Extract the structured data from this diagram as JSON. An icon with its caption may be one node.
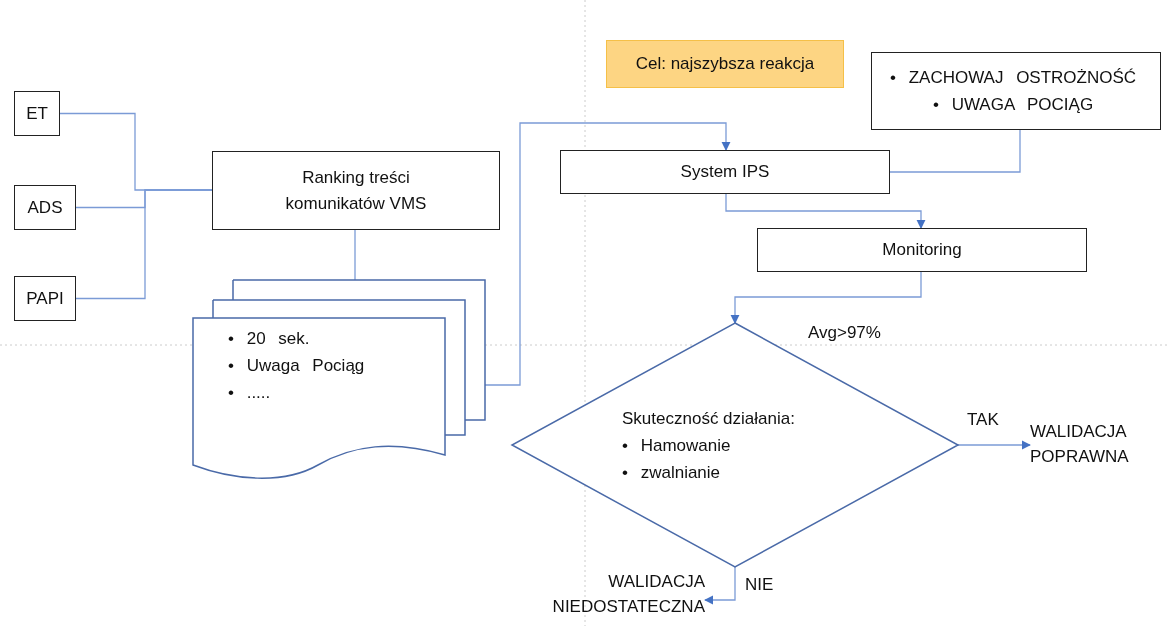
{
  "diagram": {
    "nodes": [
      {
        "text": [
          "ET"
        ]
      },
      {
        "text": [
          "ADS"
        ]
      },
      {
        "text": [
          "PAPI"
        ]
      },
      {
        "text": [
          "Ranking  treści komunikatów VMS"
        ]
      },
      {
        "text": [
          "• 20 sek.",
          "• Uwaga Pociąg",
          "• ....."
        ]
      },
      {
        "text": [
          "Cel: najszybsza reakcja"
        ]
      },
      {
        "text": [
          "• ZACHOWAJ OSTROŻNOŚĆ",
          "• UWAGA POCIĄG"
        ]
      },
      {
        "text": [
          "System IPS"
        ]
      },
      {
        "text": [
          "Monitoring"
        ]
      },
      {
        "text": [
          "Skuteczność działania:",
          "• Hamowanie",
          "• zwalnianie"
        ],
        "beside": [
          "Avg>97%"
        ]
      },
      {
        "text": [
          "WALIDACJA POPRAWNA"
        ]
      },
      {
        "text": [
          "WALIDACJA NIEDOSTATECZNA"
        ]
      }
    ],
    "edges": [
      {
        "from": 0,
        "to": 3,
        "arrow": "none"
      },
      {
        "from": 1,
        "to": 3,
        "arrow": "none"
      },
      {
        "from": 2,
        "to": 3,
        "arrow": "none"
      },
      {
        "from": 3,
        "to": 4,
        "arrow": "none"
      },
      {
        "from": 4,
        "to": 7,
        "arrow": "to"
      },
      {
        "from": 6,
        "to": 7,
        "arrow": "none"
      },
      {
        "from": 7,
        "to": 8,
        "arrow": "to"
      },
      {
        "from": 8,
        "to": 9,
        "arrow": "to"
      },
      {
        "from": 9,
        "to": 10,
        "arrow": "to",
        "label": "TAK"
      },
      {
        "from": 9,
        "to": 11,
        "arrow": "to",
        "label": "NIE"
      }
    ]
  }
}
